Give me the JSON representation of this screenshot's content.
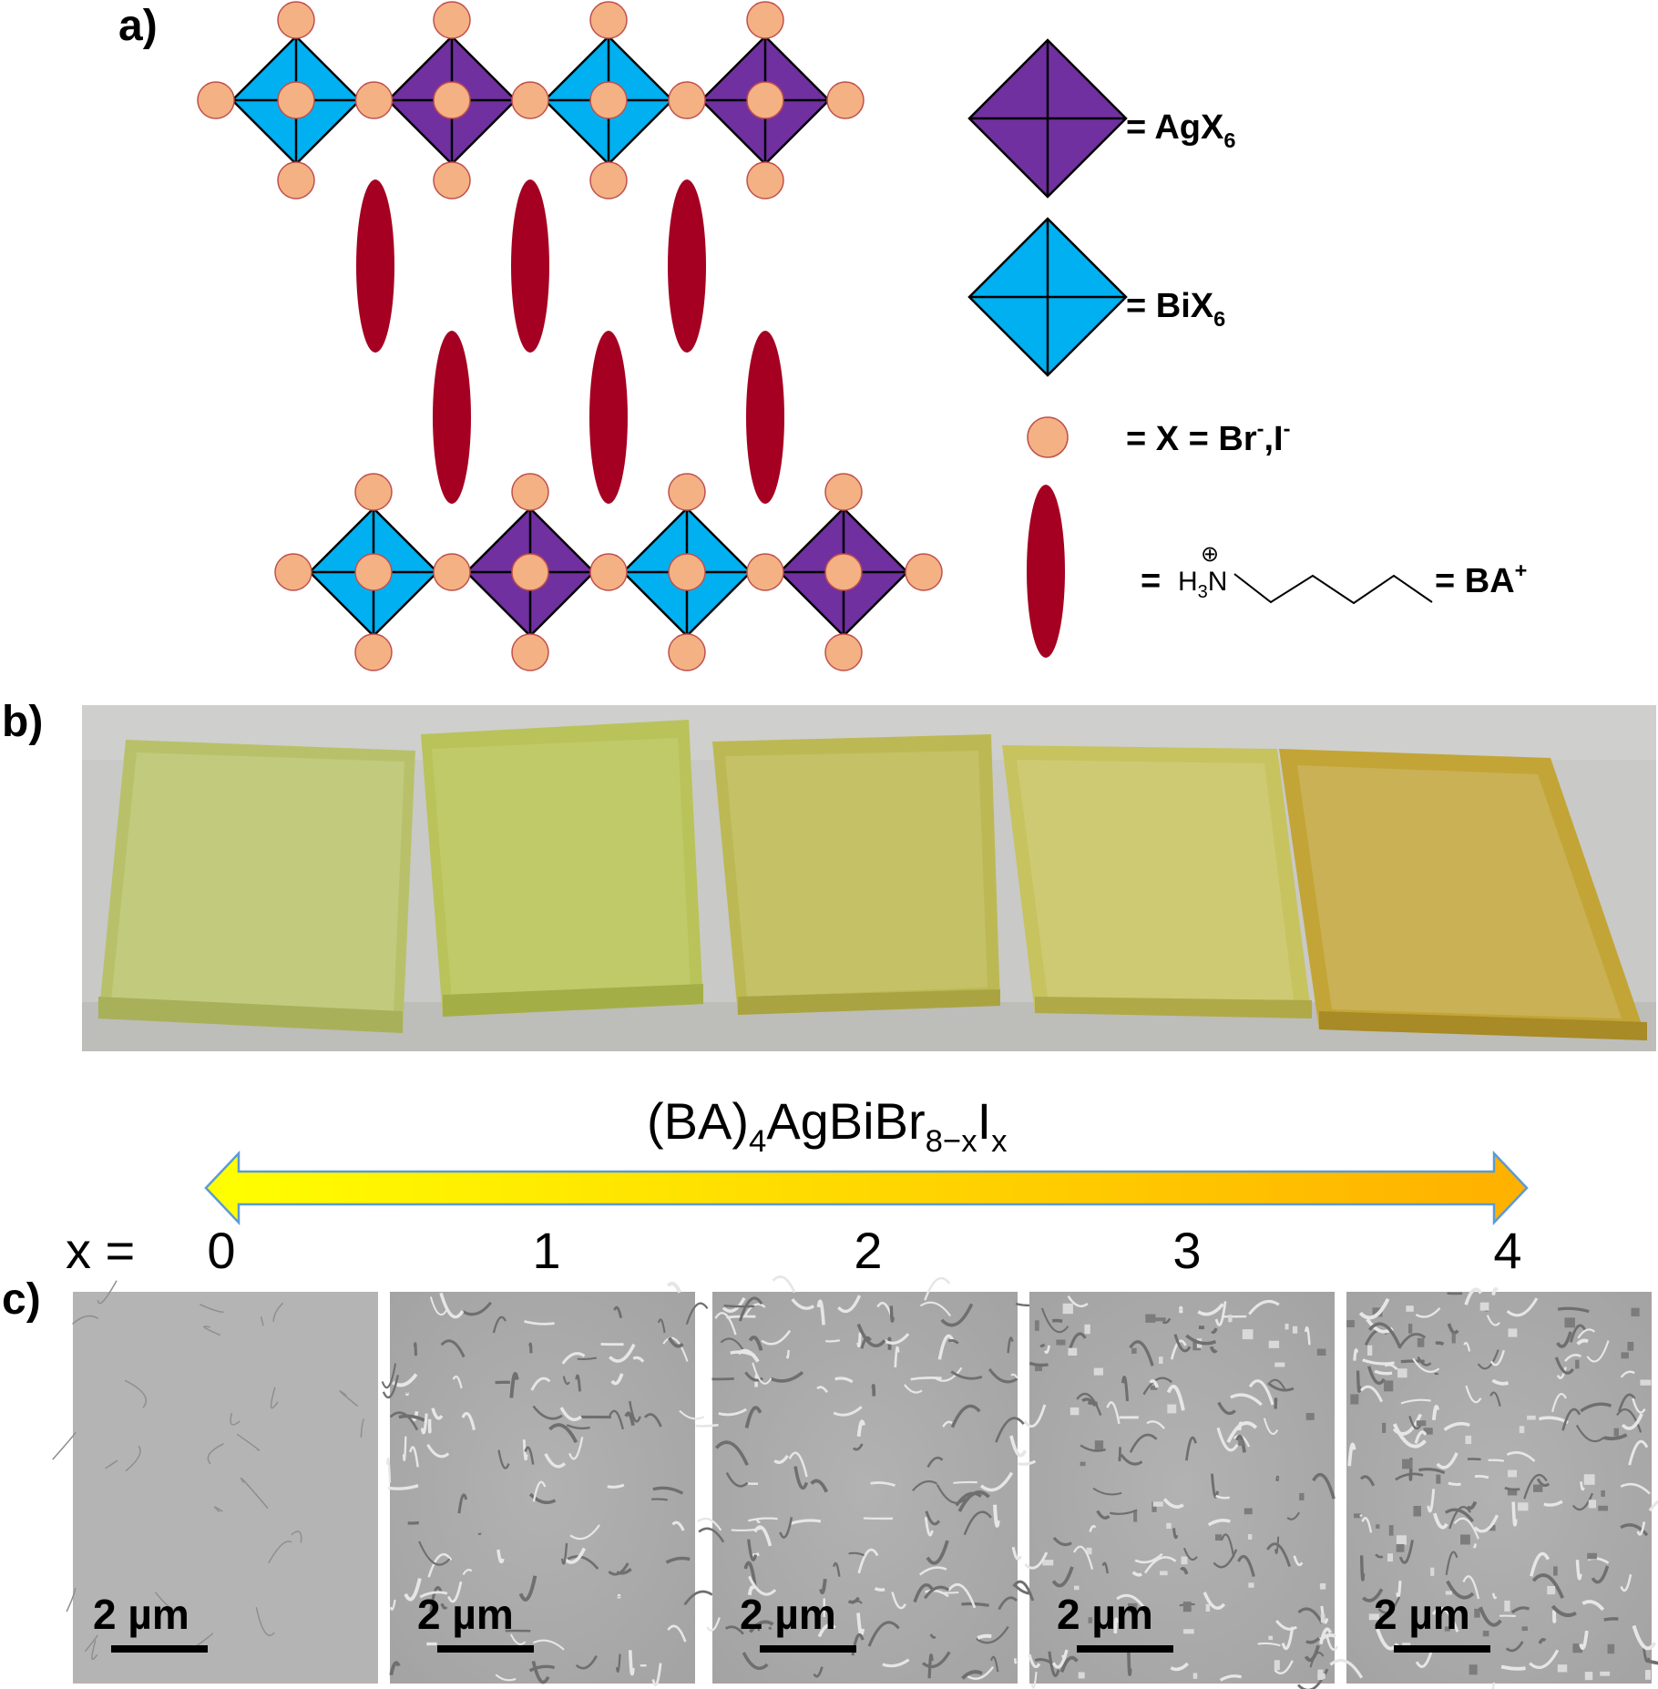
{
  "panels": {
    "a": {
      "label": "a)"
    },
    "b": {
      "label": "b)"
    },
    "c": {
      "label": "c)"
    }
  },
  "legend": {
    "agx6": {
      "prefix": "= AgX",
      "sub": "6"
    },
    "bix6": {
      "prefix": "= BiX",
      "sub": "6"
    },
    "halide": {
      "prefix": "= X = Br",
      "sup1": "-",
      "mid": ",I",
      "sup2": "-"
    },
    "ba": {
      "eq": "=",
      "h3n_h": "H",
      "h3n_sub": "3",
      "h3n_n": "N",
      "plus": "⊕",
      "suffix": "= BA",
      "sup": "+"
    }
  },
  "formula": {
    "pre": "(BA)",
    "s1": "4",
    "mid": "AgBiBr",
    "s2": "8−x",
    "i": "I",
    "s3": "x"
  },
  "x_axis": {
    "label": "x =",
    "values": [
      "0",
      "1",
      "2",
      "3",
      "4"
    ]
  },
  "scale_bar": "2 µm",
  "colors": {
    "ag": "#7030A0",
    "bi": "#00B0F0",
    "halide": "#F4B183",
    "cation": "#A50021",
    "arrow_start": "#FFFF00",
    "arrow_end": "#FFB000"
  }
}
